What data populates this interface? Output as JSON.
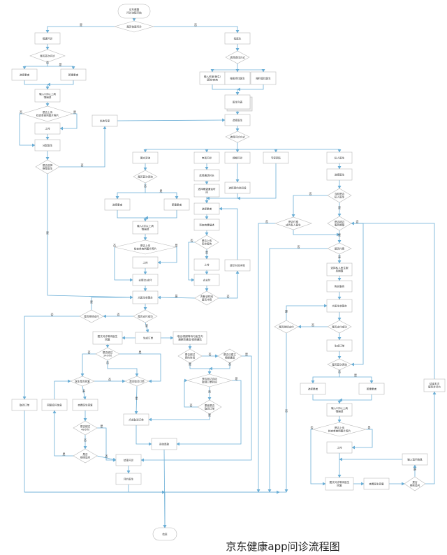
{
  "title": "京东健康app问诊流程图",
  "colors": {
    "line": "#6aaed6",
    "box_border": "#b8b8b8",
    "box_fill": "#ffffff",
    "text": "#333333"
  },
  "labels": {
    "yes": "是",
    "no": "否"
  },
  "nodes": {
    "start": "京东健康\n问诊流程开始",
    "q_fast": "是否快速问诊",
    "fast_consult": "极速问诊",
    "q_first_fast": "是否首次问诊",
    "select_patient_a": "选择患者",
    "new_patient_a": "新建患者",
    "input_desc_a": "输入5字以上病\n情描述",
    "q_upload_a": "是否上传\n检查单病例图片照片",
    "upload_a": "上传",
    "assign_doctor": "分配医生",
    "q_choose_recommended": "是否选择\n推荐医生",
    "preferred_expert": "优选专家",
    "find_doctor": "找医生",
    "q_find_method": "选择查找方式",
    "find_by_dept": "输入科室/医生/\n医院/疾病",
    "find_by_rank": "按医师找医生",
    "find_by_hospital": "按科室找医生",
    "doctor_list": "医生列表",
    "choose_doctor": "选择医生",
    "q_consult_method": "选择问诊方式",
    "image_text": "图文咨询",
    "phone": "电话问诊",
    "video": "视频问诊",
    "expert_team": "专家团队",
    "private_doctor": "私人医生",
    "q_first_it": "是否首次咨询",
    "select_patient_it": "选择患者",
    "new_patient_it": "新建患者",
    "input_desc_it": "输入5字以上病\n情描述",
    "q_upload_it": "是否上传\n检查单病例图片照片",
    "upload_it": "上传",
    "go_pay_it": "去提交/支付",
    "choose_duration": "选择通话时长",
    "choose_call_time": "选择期望通话时\n间",
    "choose_video_time": "选择预约时间段",
    "select_patient_pv": "选择患者",
    "add_desc_pv": "添加病情描述",
    "q_upload_history": "是否上传\n历史报告",
    "upload_pv": "上传",
    "go_pay_pv": "去支付",
    "q_time_conflict": "判断该时段\n是否冲突",
    "tip_recheck": "提示时间冲突",
    "open_pay": "大医生收银台",
    "q_pay_success": "是否支付成功",
    "q_continue_pay": "是否继续支付",
    "cancel_order": "取消订单",
    "create_order": "生成订单",
    "it_wait": "图文问诊等待医生\n回复",
    "pv_wait": "电话/视频等待与医生沟\n通更新通话/视频通话",
    "q_24h": "是否超过\n24小时",
    "q_doctor_reply": "医生是否回复",
    "q_cancel_order": "是否取消订单",
    "continue_ask": "回复追问信息",
    "view_reply": "查看医生回复",
    "q_48h": "是否超过\n48小时",
    "q_keep_ask": "是否\n继续追问",
    "q_over_appt": "是否超过\n预约时间",
    "q_established": "是否已建立\n视频通话",
    "q_over_15": "是否到达自动\n取消订单时间",
    "q_patient_cancel": "患者是否\n取消订单",
    "click_cancel": "点击取消订单",
    "system_refund": "系统退款",
    "end_consult": "结束问诊",
    "rate_doctor": "评价医生",
    "end": "结束",
    "pd_choose_doctor": "选择医生",
    "q_is_private": "当前是否\n私人医生",
    "q_join_private": "是否付费\n成为私人医生",
    "q_over_service": "是否超过\n服务期限",
    "q_pay_pd": "是否付费",
    "pd_choose_plan": "选择私人医生服\n务期限",
    "buy_service": "购买服务",
    "pd_open_pay": "大医生收银台",
    "pd_q_pay_success": "是否支付成功",
    "pd_q_continue_pay": "是否继续支付",
    "pd_create_order": "生成订单",
    "pd_q_first": "是否首次咨询",
    "pd_select_patient": "选择患者",
    "pd_new_patient": "新建患者",
    "pd_input_desc": "输入5字以上病\n情描述",
    "pd_q_upload": "是否上传\n检查单病例图片照片",
    "pd_upload": "上传",
    "pd_wait": "图文问诊等待医生\n回复",
    "pd_view_reply": "查看医生回复",
    "pd_input_ask": "输入追问信息",
    "pd_q_keep_ask": "是否\n继续追问",
    "pd_end_rate": "结束本次\n服务并评价"
  }
}
